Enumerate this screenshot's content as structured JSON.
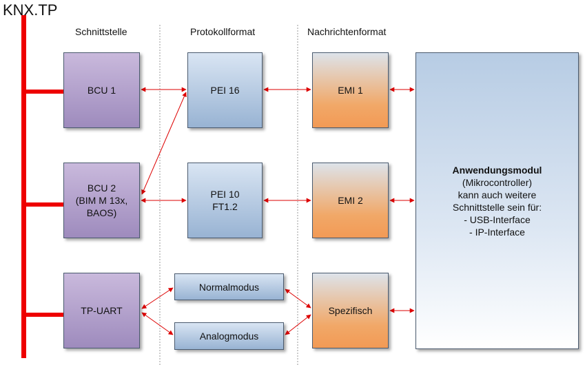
{
  "title": "KNX.TP",
  "columns": {
    "schnittstelle": "Schnittstelle",
    "protokollformat": "Protokollformat",
    "nachrichtenformat": "Nachrichtenformat"
  },
  "interfaces": {
    "bcu1": "BCU 1",
    "bcu2": "BCU 2\n(BIM M 13x,\nBAOS)",
    "tpuart": "TP-UART"
  },
  "protocols": {
    "pei16": "PEI 16",
    "pei10": "PEI 10\nFT1.2",
    "normalmodus": "Normalmodus",
    "analogmodus": "Analogmodus"
  },
  "messages": {
    "emi1": "EMI 1",
    "emi2": "EMI 2",
    "spezifisch": "Spezifisch"
  },
  "app_module": {
    "title": "Anwendungsmodul",
    "body": "(Mikrocontroller)\nkann auch weitere\nSchnittstelle sein für:\n- USB-Interface\n- IP-Interface"
  },
  "colors": {
    "bus": "#ee0000",
    "arrow": "#dd0000",
    "interface": "#9e8bbd",
    "protocol": "#98b3d3",
    "message": "#f29a55",
    "app": "#b7cce4"
  }
}
